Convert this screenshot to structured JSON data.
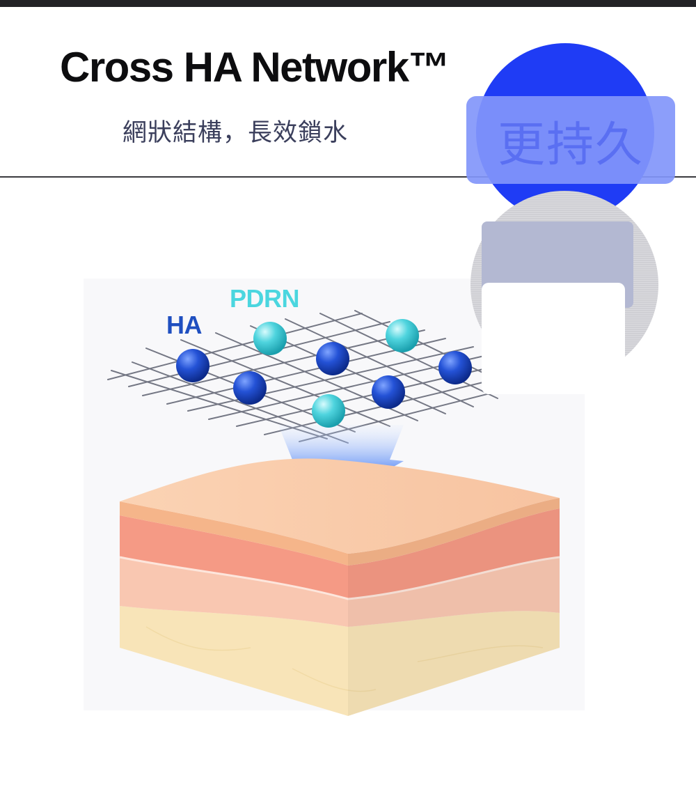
{
  "header": {
    "title": "Cross HA Network™",
    "subtitle": "網狀結構，長效鎖水"
  },
  "badge": {
    "text": "更持久"
  },
  "diagram": {
    "labels": {
      "ha": "HA",
      "pdrn": "PDRN"
    },
    "icons": {
      "network": "crosslinked-mesh",
      "ha_molecule": "blue-sphere",
      "pdrn_molecule": "cyan-sphere",
      "arrow": "down-arrow",
      "skin": "skin-layers-cross-section"
    }
  },
  "colors": {
    "accent_blue": "#1f3cf5",
    "badge_pill": "#8296fa",
    "ha": "#1f4fc0",
    "pdrn": "#4bd6df",
    "skin_top": "#f8c4a0",
    "skin_dermis": "#f59a85",
    "skin_fat": "#f7e0b4"
  }
}
